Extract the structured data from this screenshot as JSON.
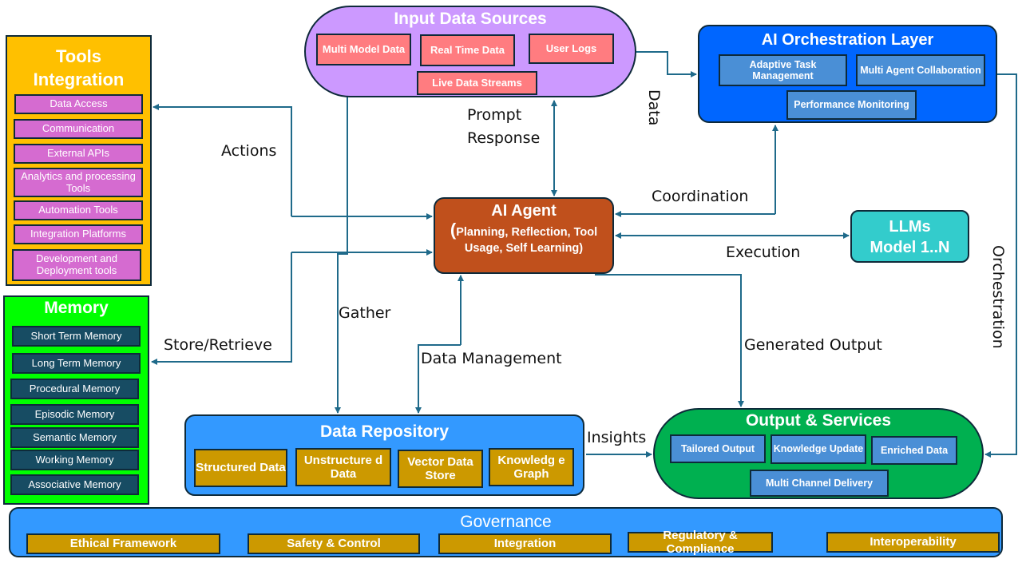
{
  "colors": {
    "connector": "#1f6a8a",
    "tools_bg": "#ffc000",
    "tool_item_bg": "#d56bd0",
    "memory_bg": "#00ff00",
    "memory_item_bg": "#174c63",
    "inputs_bg": "#cc99ff",
    "input_item_bg": "#ff7c80",
    "orchestration_bg": "#0066ff",
    "orchestration_item_bg": "#4a8fd6",
    "agent_bg": "#c0501c",
    "llm_bg": "#33cccc",
    "repository_bg": "#3399ff",
    "repository_item_bg": "#cc9900",
    "output_bg": "#00b050",
    "output_item_bg": "#4a8fd6",
    "governance_bg": "#3399ff",
    "governance_item_bg": "#cc9900"
  },
  "tools": {
    "title_line1": "Tools",
    "title_line2": "Integration",
    "items": [
      "Data Access",
      "Communication",
      "External APIs",
      "Analytics and processing Tools",
      "Automation Tools",
      "Integration Platforms",
      "Development and Deployment tools"
    ]
  },
  "memory": {
    "title": "Memory",
    "items": [
      "Short Term Memory",
      "Long Term Memory",
      "Procedural Memory",
      "Episodic Memory",
      "Semantic Memory",
      "Working Memory",
      "Associative Memory"
    ]
  },
  "inputs": {
    "title": "Input Data Sources",
    "items": [
      "Multi Model Data",
      "Real Time Data",
      "User Logs",
      "Live Data Streams"
    ]
  },
  "orchestration": {
    "title": "AI Orchestration Layer",
    "items": [
      "Adaptive Task Management",
      "Multi Agent Collaboration",
      "Performance Monitoring"
    ]
  },
  "agent": {
    "title": "AI Agent",
    "paren_open": "(",
    "subtitle": "Planning, Reflection, Tool Usage, Self Learning)"
  },
  "llm": {
    "line1": "LLMs",
    "line2": "Model 1..N"
  },
  "repository": {
    "title": "Data Repository",
    "items": [
      "Structured Data",
      "Unstructure d Data",
      "Vector Data Store",
      "Knowledg e Graph"
    ]
  },
  "output": {
    "title": "Output & Services",
    "items": [
      "Tailored Output",
      "Knowledge Update",
      "Enriched Data",
      "Multi Channel Delivery"
    ]
  },
  "governance": {
    "title": "Governance",
    "items": [
      "Ethical Framework",
      "Safety & Control",
      "Integration",
      "Regulatory & Compliance",
      "Interoperability"
    ]
  },
  "edges": {
    "actions": "Actions",
    "store_retrieve": "Store/Retrieve",
    "gather": "Gather",
    "prompt": "Prompt",
    "response": "Response",
    "data": "Data",
    "coordination": "Coordination",
    "execution": "Execution",
    "data_management": "Data Management",
    "generated_output": "Generated Output",
    "insights": "Insights",
    "orchestration": "Orchestration"
  }
}
